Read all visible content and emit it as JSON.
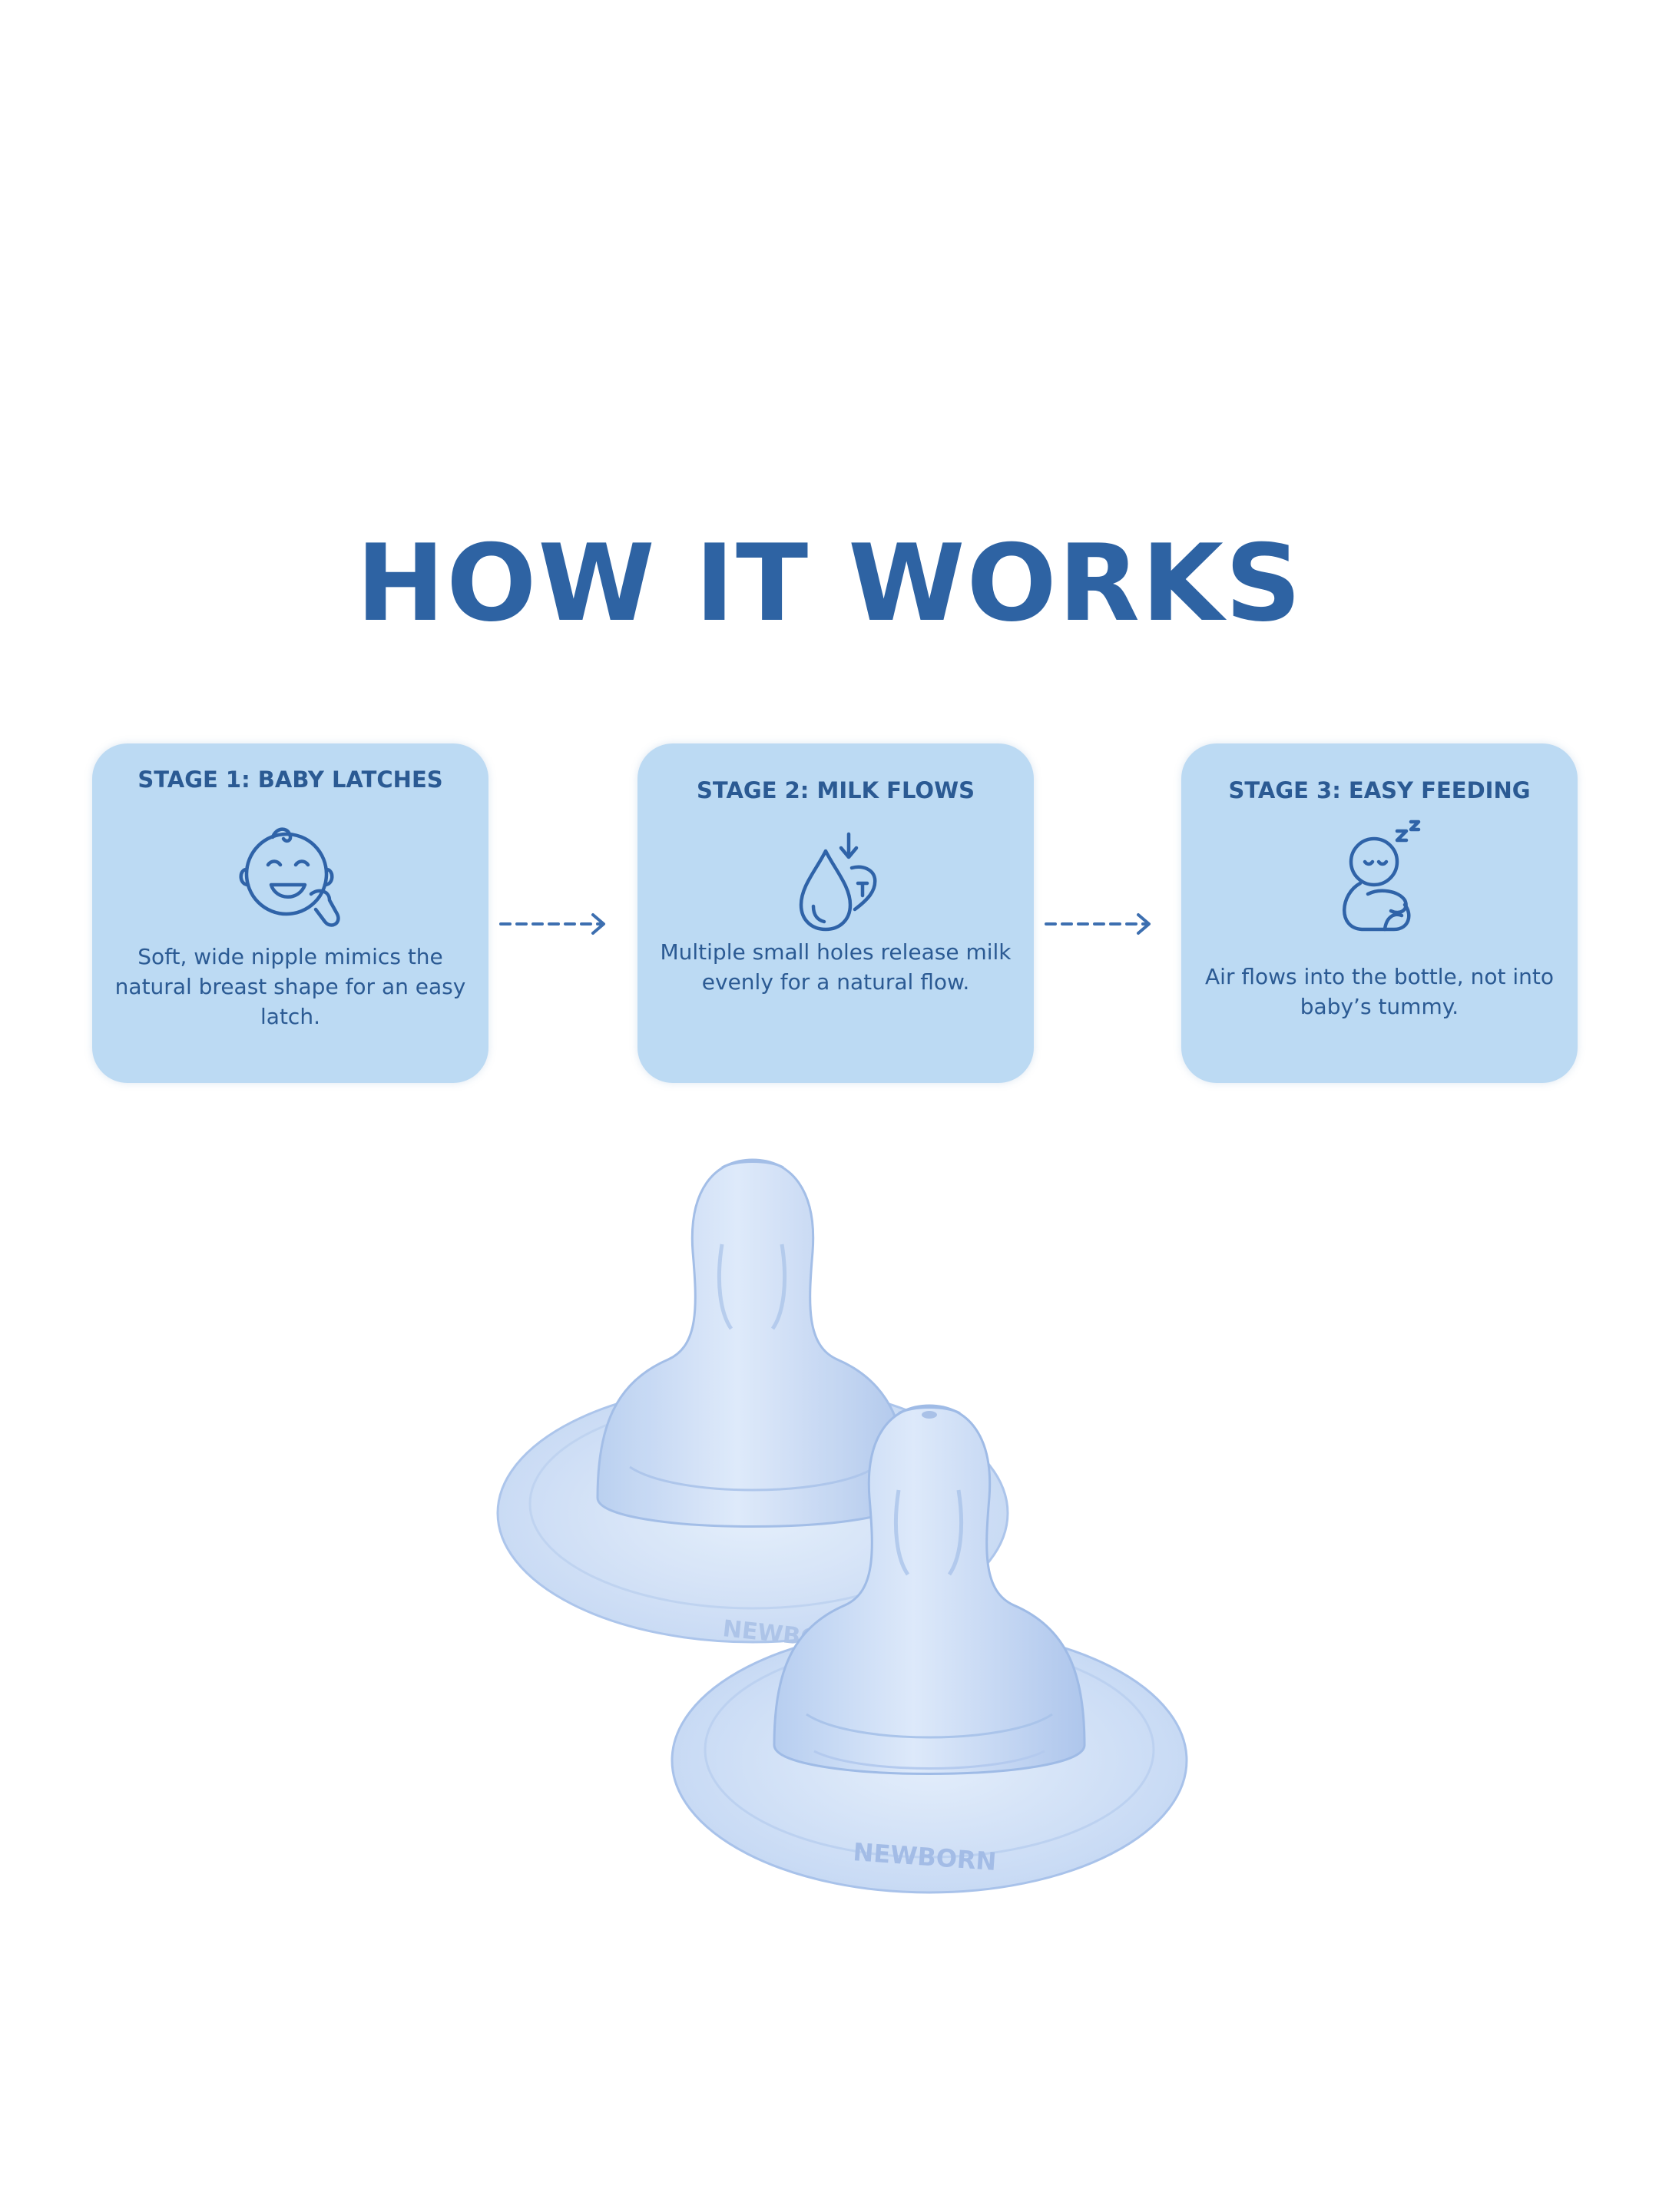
{
  "title": "HOW IT WORKS",
  "stages": [
    {
      "heading": "STAGE 1: BABY LATCHES",
      "icon": "baby-face-icon",
      "description": "Soft, wide nipple mimics the natural breast shape for an easy latch."
    },
    {
      "heading": "STAGE 2: MILK FLOWS",
      "icon": "milk-drop-icon",
      "description": "Multiple small holes release milk evenly for a natural flow."
    },
    {
      "heading": "STAGE 3: EASY FEEDING",
      "icon": "sleeping-baby-icon",
      "description": "Air flows into the bottle, not into baby’s tummy."
    }
  ],
  "product": {
    "embossed_text": "NEWBORN"
  },
  "colors": {
    "title": "#2e63a3",
    "card_background": "#bcdaf3",
    "card_text": "#2b5a93",
    "icon_stroke": "#2f63a8",
    "nipple_fill": "#c9dcf6"
  }
}
